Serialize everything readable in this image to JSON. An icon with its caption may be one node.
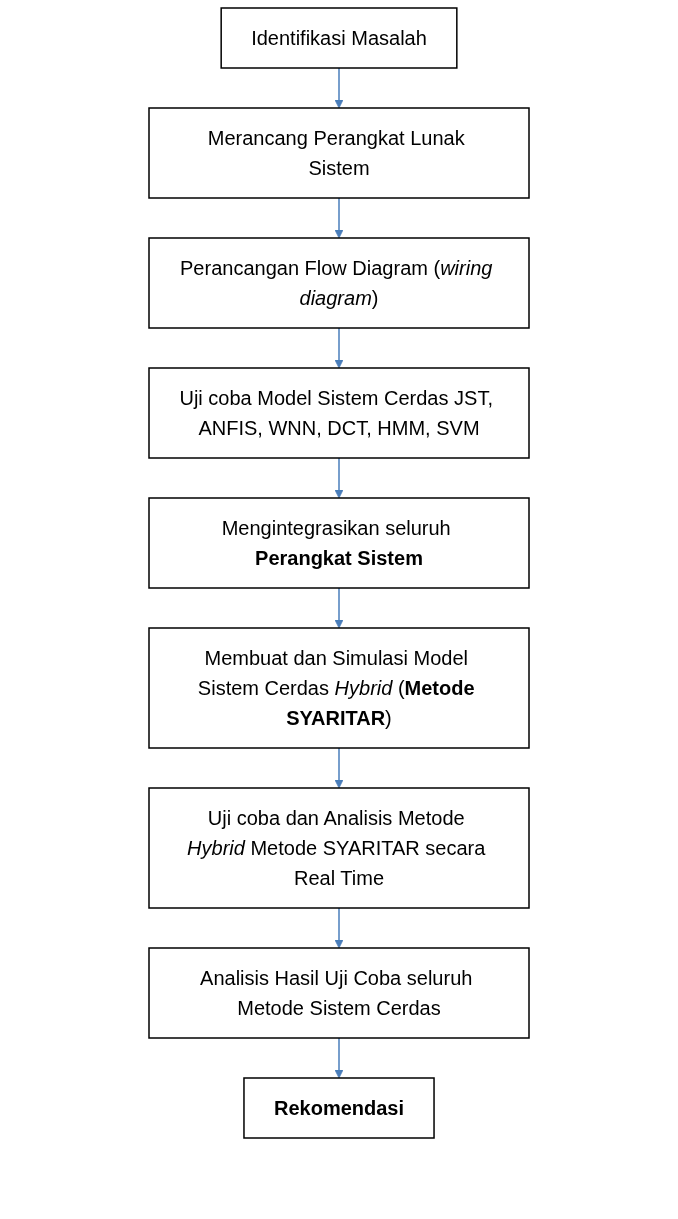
{
  "diagram": {
    "nodes": [
      {
        "text": [
          "Identifikasi Masalah"
        ]
      },
      {
        "text": [
          "Merancang Perangkat Lunak Sistem"
        ]
      },
      {
        "text": [
          "Perancangan Flow Diagram (*wiring diagram*)"
        ]
      },
      {
        "text": [
          "Uji coba Model Sistem Cerdas JST, ANFIS, WNN, DCT, HMM, SVM"
        ]
      },
      {
        "text": [
          "Mengintegrasikan seluruh **Perangkat Sistem**"
        ]
      },
      {
        "text": [
          "Membuat dan Simulasi Model Sistem Cerdas *Hybrid* (**Metode SYARITAR**)"
        ]
      },
      {
        "text": [
          "Uji coba dan Analisis Metode *Hybrid* Metode SYARITAR secara Real Time"
        ]
      },
      {
        "text": [
          "Analisis Hasil Uji Coba seluruh Metode Sistem Cerdas"
        ]
      },
      {
        "text": [
          "**Rekomendasi**"
        ]
      }
    ],
    "edges": [
      {
        "from": 0,
        "to": 1,
        "arrow": "to"
      },
      {
        "from": 1,
        "to": 2,
        "arrow": "to"
      },
      {
        "from": 2,
        "to": 3,
        "arrow": "to"
      },
      {
        "from": 3,
        "to": 4,
        "arrow": "to"
      },
      {
        "from": 4,
        "to": 5,
        "arrow": "to"
      },
      {
        "from": 5,
        "to": 6,
        "arrow": "to"
      },
      {
        "from": 6,
        "to": 7,
        "arrow": "to"
      },
      {
        "from": 7,
        "to": 8,
        "arrow": "to"
      }
    ]
  }
}
